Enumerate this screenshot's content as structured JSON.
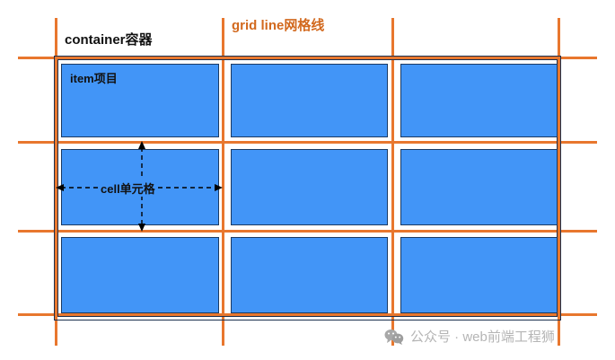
{
  "diagram": {
    "title_labels": {
      "container": "container容器",
      "grid_line": "grid line网格线",
      "item": "item项目",
      "cell": "cell单元格"
    },
    "colors": {
      "grid_line": "#e8772e",
      "item_fill": "#4295f7",
      "item_border": "#1b3a63",
      "container_border": "#1b2f4e",
      "grid_line_text": "#d2691e",
      "label_text": "#111111",
      "watermark_text": "#b5b5b5",
      "background": "#ffffff"
    },
    "grid": {
      "rows": 3,
      "columns": 3,
      "vertical_lines": [
        62,
        248,
        437,
        622
      ],
      "horizontal_lines": [
        64,
        158,
        257,
        350
      ],
      "item_count": 9
    },
    "items": [
      {
        "row": 1,
        "col": 1,
        "label": "item项目"
      },
      {
        "row": 1,
        "col": 2,
        "label": ""
      },
      {
        "row": 1,
        "col": 3,
        "label": ""
      },
      {
        "row": 2,
        "col": 1,
        "label": ""
      },
      {
        "row": 2,
        "col": 2,
        "label": ""
      },
      {
        "row": 2,
        "col": 3,
        "label": ""
      },
      {
        "row": 3,
        "col": 1,
        "label": ""
      },
      {
        "row": 3,
        "col": 2,
        "label": ""
      },
      {
        "row": 3,
        "col": 3,
        "label": ""
      }
    ]
  },
  "watermark": {
    "icon": "wechat-icon",
    "text": "公众号 · web前端工程狮"
  }
}
